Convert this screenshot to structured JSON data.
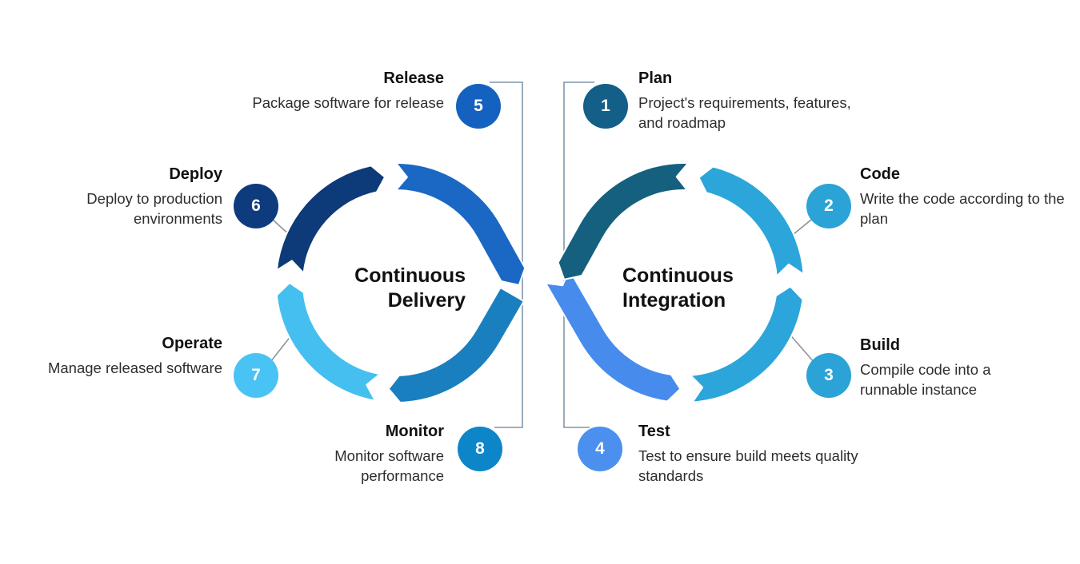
{
  "diagram": {
    "background": "#ffffff",
    "center_labels": {
      "left": "Continuous\nDelivery",
      "right": "Continuous\nIntegration"
    },
    "stages": {
      "plan": {
        "num": "1",
        "title": "Plan",
        "desc": "Project's requirements, features, and roadmap",
        "circle_color": "#135F88",
        "band_color": "#14607E"
      },
      "code": {
        "num": "2",
        "title": "Code",
        "desc": "Write the code according to the plan",
        "circle_color": "#2BA3D7",
        "band_color": "#2BA5DA"
      },
      "build": {
        "num": "3",
        "title": "Build",
        "desc": "Compile code into a runnable instance",
        "circle_color": "#2BA3D7",
        "band_color": "#2BA5DA"
      },
      "test": {
        "num": "4",
        "title": "Test",
        "desc": "Test to ensure build meets quality standards",
        "circle_color": "#4B90EE",
        "band_color": "#478CEC"
      },
      "release": {
        "num": "5",
        "title": "Release",
        "desc": "Package software for release",
        "circle_color": "#1461BF",
        "band_color": "#1A68C4"
      },
      "deploy": {
        "num": "6",
        "title": "Deploy",
        "desc": "Deploy to production environments",
        "circle_color": "#0E3B7D",
        "band_color": "#0D3A78"
      },
      "operate": {
        "num": "7",
        "title": "Operate",
        "desc": "Manage released software",
        "circle_color": "#49C2F4",
        "band_color": "#44BFF0"
      },
      "monitor": {
        "num": "8",
        "title": "Monitor",
        "desc": "Monitor software performance",
        "circle_color": "#0D86C9",
        "band_color": "#1A7FBE"
      }
    },
    "connector_colors": {
      "elbow": "#7E96AB",
      "diagonal": "#8F9398"
    }
  }
}
